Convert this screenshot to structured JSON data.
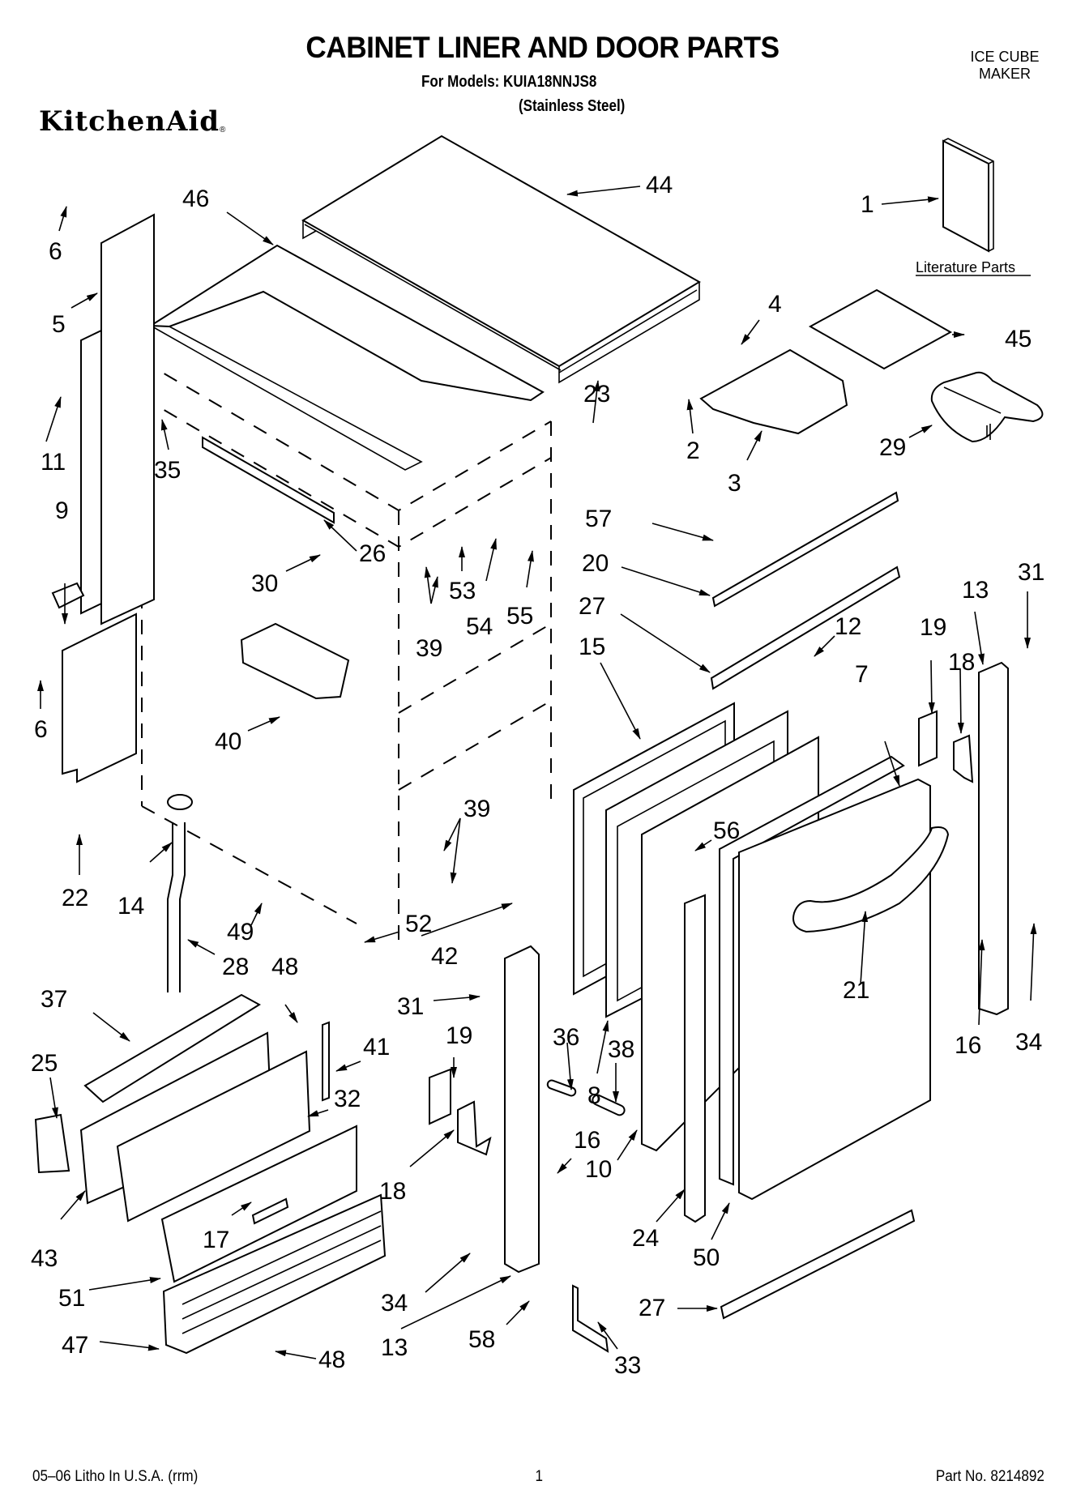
{
  "header": {
    "title": "CABINET LINER AND DOOR PARTS",
    "models": "For Models: KUIA18NNJS8",
    "finish": "(Stainless Steel)",
    "category_line1": "ICE CUBE",
    "category_line2": "MAKER",
    "brand": "KitchenAid",
    "brand_mark": "®"
  },
  "literature_label": "Literature Parts",
  "callouts": [
    {
      "id": "1"
    },
    {
      "id": "2"
    },
    {
      "id": "3"
    },
    {
      "id": "4"
    },
    {
      "id": "5"
    },
    {
      "id": "6"
    },
    {
      "id": "6b",
      "label": "6"
    },
    {
      "id": "7"
    },
    {
      "id": "8"
    },
    {
      "id": "9"
    },
    {
      "id": "10"
    },
    {
      "id": "11"
    },
    {
      "id": "12"
    },
    {
      "id": "13"
    },
    {
      "id": "13b",
      "label": "13"
    },
    {
      "id": "14"
    },
    {
      "id": "15"
    },
    {
      "id": "16"
    },
    {
      "id": "16b",
      "label": "16"
    },
    {
      "id": "17"
    },
    {
      "id": "18"
    },
    {
      "id": "18b",
      "label": "18"
    },
    {
      "id": "19"
    },
    {
      "id": "19b",
      "label": "19"
    },
    {
      "id": "20"
    },
    {
      "id": "21"
    },
    {
      "id": "22"
    },
    {
      "id": "23"
    },
    {
      "id": "24"
    },
    {
      "id": "25"
    },
    {
      "id": "26"
    },
    {
      "id": "27"
    },
    {
      "id": "27b",
      "label": "27"
    },
    {
      "id": "28"
    },
    {
      "id": "29"
    },
    {
      "id": "30"
    },
    {
      "id": "31"
    },
    {
      "id": "31b",
      "label": "31"
    },
    {
      "id": "32"
    },
    {
      "id": "33"
    },
    {
      "id": "34"
    },
    {
      "id": "34b",
      "label": "34"
    },
    {
      "id": "35"
    },
    {
      "id": "36"
    },
    {
      "id": "37"
    },
    {
      "id": "38"
    },
    {
      "id": "39"
    },
    {
      "id": "39b",
      "label": "39"
    },
    {
      "id": "40"
    },
    {
      "id": "41"
    },
    {
      "id": "42"
    },
    {
      "id": "43"
    },
    {
      "id": "44"
    },
    {
      "id": "45"
    },
    {
      "id": "46"
    },
    {
      "id": "47"
    },
    {
      "id": "48"
    },
    {
      "id": "48b",
      "label": "48"
    },
    {
      "id": "49"
    },
    {
      "id": "50"
    },
    {
      "id": "51"
    },
    {
      "id": "52"
    },
    {
      "id": "53"
    },
    {
      "id": "54"
    },
    {
      "id": "55"
    },
    {
      "id": "56"
    },
    {
      "id": "57"
    },
    {
      "id": "58"
    }
  ],
  "labels": {
    "c1": "1",
    "c2": "2",
    "c3": "3",
    "c4": "4",
    "c5": "5",
    "c6": "6",
    "c6b": "6",
    "c7": "7",
    "c8": "8",
    "c9": "9",
    "c10": "10",
    "c11": "11",
    "c12": "12",
    "c13": "13",
    "c13b": "13",
    "c14": "14",
    "c15": "15",
    "c16": "16",
    "c16b": "16",
    "c17": "17",
    "c18": "18",
    "c18b": "18",
    "c19": "19",
    "c19b": "19",
    "c20": "20",
    "c21": "21",
    "c22": "22",
    "c23": "23",
    "c24": "24",
    "c25": "25",
    "c26": "26",
    "c27": "27",
    "c27b": "27",
    "c28": "28",
    "c29": "29",
    "c30": "30",
    "c31": "31",
    "c31b": "31",
    "c32": "32",
    "c33": "33",
    "c34": "34",
    "c34b": "34",
    "c35": "35",
    "c36": "36",
    "c37": "37",
    "c38": "38",
    "c39": "39",
    "c39b": "39",
    "c40": "40",
    "c41": "41",
    "c42": "42",
    "c43": "43",
    "c44": "44",
    "c45": "45",
    "c46": "46",
    "c47": "47",
    "c48": "48",
    "c48b": "48",
    "c49": "49",
    "c50": "50",
    "c51": "51",
    "c52": "52",
    "c53": "53",
    "c54": "54",
    "c55": "55",
    "c56": "56",
    "c57": "57",
    "c58": "58"
  },
  "footer": {
    "litho": "05–06 Litho In U.S.A. (rrm)",
    "page": "1",
    "part_no": "Part No. 8214892"
  }
}
